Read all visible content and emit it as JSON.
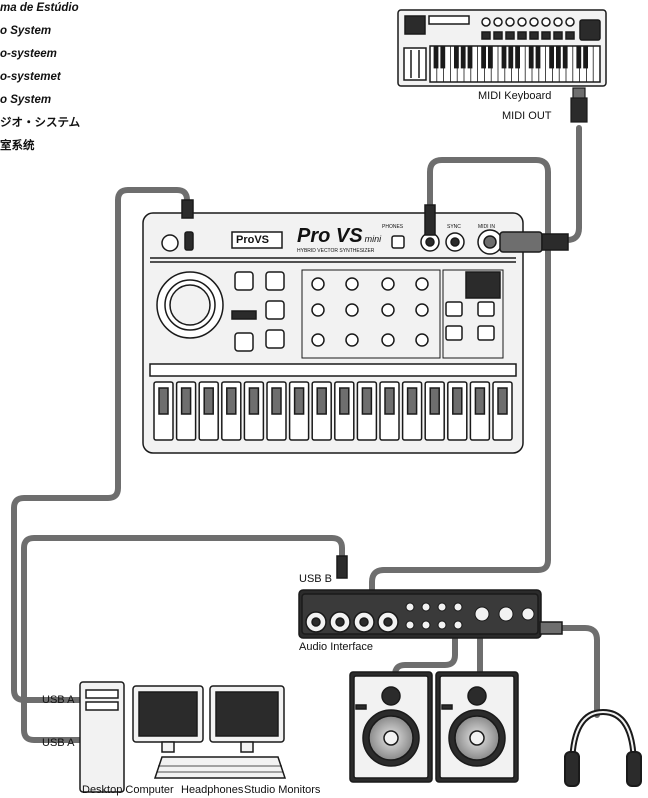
{
  "language_titles": [
    "ma de Estúdio",
    "o System",
    "o-systeem",
    "o-systemet",
    "o System",
    "ジオ・システム",
    "室系统"
  ],
  "labels": {
    "midi_keyboard": "MIDI Keyboard",
    "midi_out": "MIDI OUT",
    "usb_b": "USB B",
    "audio_interface": "Audio Interface",
    "usb_a_top": "USB A",
    "usb_a_bottom": "USB A",
    "desktop_computer": "Desktop Computer",
    "headphones": "Headphones",
    "studio_monitors": "Studio Monitors"
  },
  "synth": {
    "badge": "ProVS",
    "logo_main": "Pro VS",
    "logo_sub": "mini",
    "sub_title": "HYBRID VECTOR SYNTHESIZER",
    "jack_labels": [
      "PHONES",
      "SYNC",
      "MIDI IN"
    ]
  },
  "colors": {
    "line": "#1a1a1a",
    "cable": "#6e6e6e",
    "device_fill": "#f2f2f2",
    "dark_fill": "#2b2b2b",
    "speaker_cone": "#9a9a9a"
  }
}
